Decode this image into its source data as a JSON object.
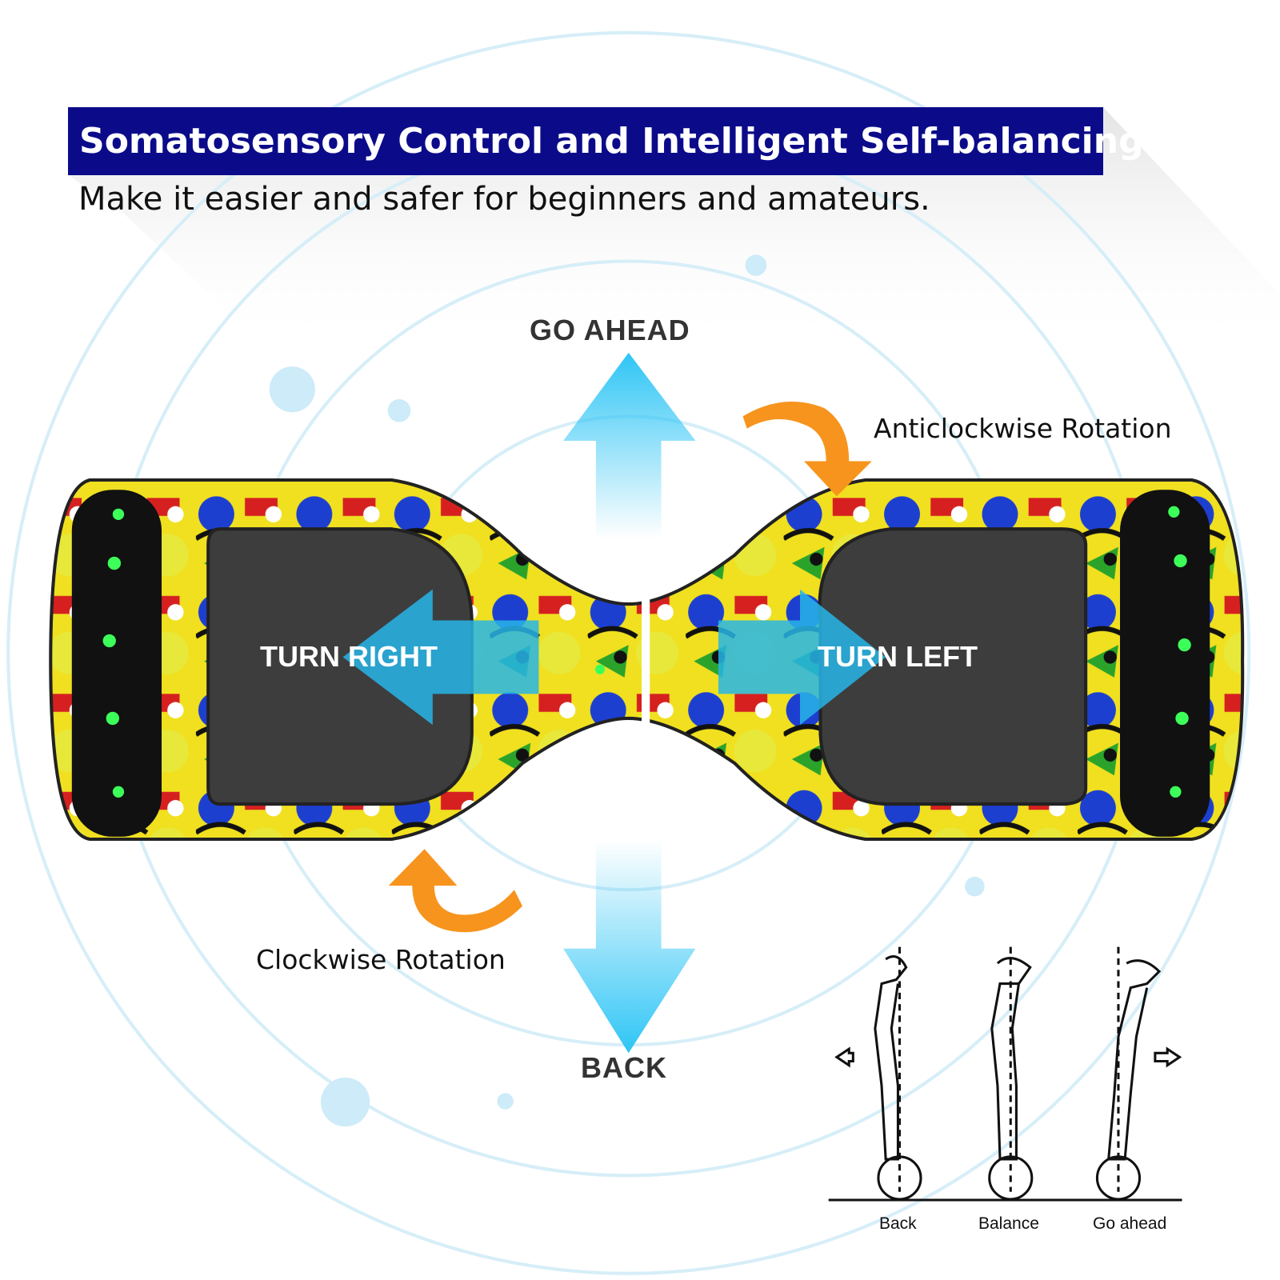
{
  "header": {
    "title": "Somatosensory Control and Intelligent Self-balancing",
    "subtitle": "Make it easier and safer for beginners and amateurs."
  },
  "directions": {
    "go_ahead": "GO AHEAD",
    "back": "BACK",
    "turn_right": "TURN RIGHT",
    "turn_left": "TURN LEFT",
    "anticlockwise": "Anticlockwise Rotation",
    "clockwise": "Clockwise Rotation"
  },
  "poses": [
    "Back",
    "Balance",
    "Go ahead"
  ],
  "colors": {
    "banner": "#0b0b8a",
    "arrow_blue": "#2ec5f5",
    "arrow_orange": "#f7941d",
    "led_green": "#3dff5a"
  }
}
